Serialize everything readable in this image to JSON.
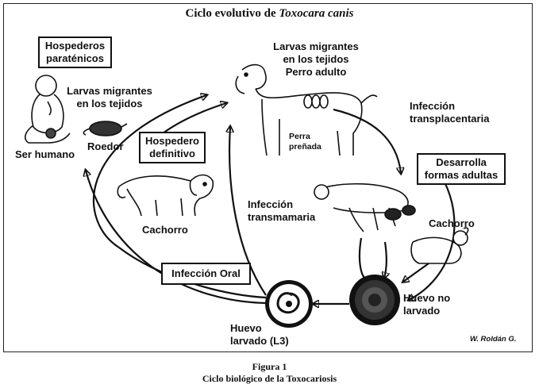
{
  "title": {
    "prefix": "Ciclo evolutivo de ",
    "italic": "Toxocara canis"
  },
  "boxes": {
    "paratenicos": [
      "Hospederos",
      "paraténicos"
    ],
    "definitivo": [
      "Hospedero",
      "definitivo"
    ],
    "adultas": [
      "Desarrolla",
      "formas adultas"
    ],
    "oral": "Infección Oral"
  },
  "labels": {
    "larvas_izq": [
      "Larvas migrantes",
      "en los tejidos"
    ],
    "larvas_top": [
      "Larvas migrantes",
      "en los tejidos",
      "Perro adulto"
    ],
    "transplacentaria": [
      "Infección",
      "transplacentaria"
    ],
    "transmamaria": [
      "Infección",
      "transmamaria"
    ],
    "ser_humano": "Ser humano",
    "roedor": "Roedor",
    "cachorro_izq": "Cachorro",
    "cachorro_der": "Cachorro",
    "perra": [
      "Perra",
      "preñada"
    ],
    "huevo_no": [
      "Huevo no",
      "larvado"
    ],
    "huevo_l3": [
      "Huevo",
      "larvado (L3)"
    ]
  },
  "author": "W. Roldán G.",
  "caption": {
    "figure": "Figura 1",
    "text": "Ciclo biológico de la Toxocariosis"
  }
}
